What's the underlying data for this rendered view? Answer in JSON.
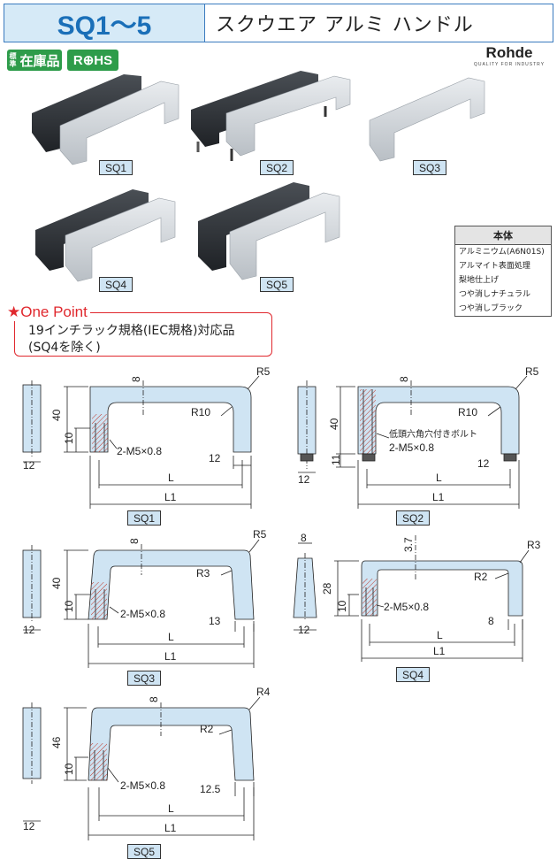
{
  "header": {
    "code": "SQ1〜5",
    "title": "スクウエア アルミ ハンドル"
  },
  "badges": {
    "stock_small": "標準",
    "stock": "在庫品",
    "rohs": "R⊕HS"
  },
  "brand": {
    "name": "Rohde",
    "tagline": "QUALITY FOR INDUSTRY"
  },
  "product_labels": [
    "SQ1",
    "SQ2",
    "SQ3",
    "SQ4",
    "SQ5"
  ],
  "material": {
    "header": "本体",
    "rows": [
      "アルミニウム(A6N01S)",
      "アルマイト表面処理",
      "梨地仕上げ",
      "つや消しナチュラル",
      "つや消しブラック"
    ]
  },
  "one_point": {
    "title": "★One Point",
    "line1": "19インチラック規格(IEC規格)対応品",
    "line2": "(SQ4を除く)"
  },
  "colors": {
    "accent": "#1a6fb8",
    "drawing_fill": "#cfe4f3",
    "red": "#e0282e"
  },
  "drawings": {
    "sq1": {
      "label": "SQ1",
      "width": "12",
      "height": "40",
      "top": "8",
      "depth": "10",
      "radius_outer": "R5",
      "radius_inner": "R10",
      "thread": "2-M5×0.8",
      "leg": "12",
      "L": "L",
      "L1": "L1"
    },
    "sq2": {
      "label": "SQ2",
      "width": "12",
      "height": "40",
      "top": "8",
      "bottom": "11",
      "radius_outer": "R5",
      "radius_inner": "R10",
      "bolt": "低頭六角穴付きボルト",
      "thread": "2-M5×0.8",
      "leg": "12",
      "L": "L",
      "L1": "L1"
    },
    "sq3": {
      "label": "SQ3",
      "width": "12",
      "height": "40",
      "top": "8",
      "depth": "10",
      "radius_outer": "R5",
      "radius_inner": "R3",
      "thread": "2-M5×0.8",
      "leg": "13",
      "L": "L",
      "L1": "L1"
    },
    "sq4": {
      "label": "SQ4",
      "width": "12",
      "side_top": "8",
      "height": "28",
      "top": "3.7",
      "depth": "10",
      "radius_outer": "R3",
      "radius_inner": "R2",
      "thread": "2-M5×0.8",
      "leg": "8",
      "L": "L",
      "L1": "L1"
    },
    "sq5": {
      "label": "SQ5",
      "width": "12",
      "height": "46",
      "top": "8",
      "depth": "10",
      "radius_outer": "R4",
      "radius_inner": "R2",
      "thread": "2-M5×0.8",
      "leg": "12.5",
      "L": "L",
      "L1": "L1"
    }
  }
}
